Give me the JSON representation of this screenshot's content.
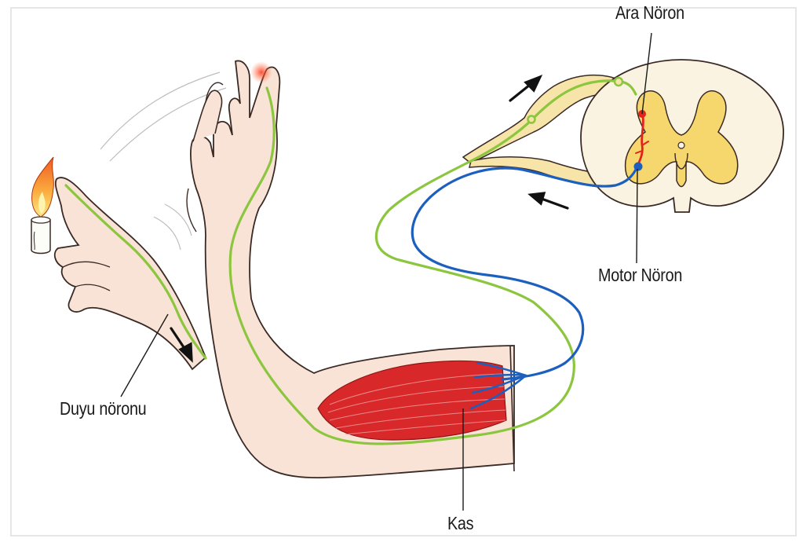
{
  "labels": {
    "interneuron": "Ara Nöron",
    "motor_neuron": "Motor Nöron",
    "sensory_neuron": "Duyu nöronu",
    "muscle": "Kas"
  },
  "colors": {
    "sensory": "#8cc63f",
    "motor": "#1c5fbf",
    "interneuron": "#e2231a",
    "skin": "#f9e3d6",
    "skin_outline": "#3a2a25",
    "muscle": "#d8282a",
    "grey_matter": "#f5d76e",
    "white_matter": "#fbf3e2"
  },
  "icons": [
    "candle-icon",
    "flame-icon",
    "arrow-icon"
  ]
}
